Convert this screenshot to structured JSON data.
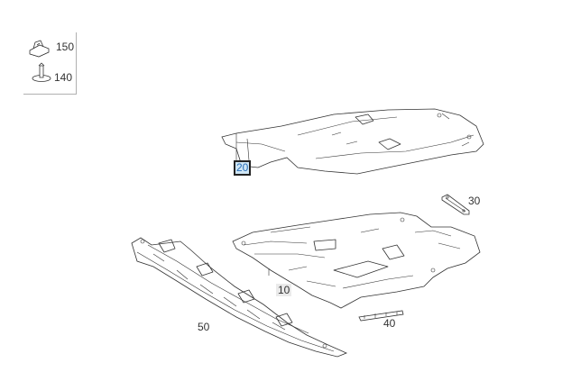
{
  "legend": {
    "items": [
      {
        "number": "150",
        "icon": "clip-nut-icon"
      },
      {
        "number": "140",
        "icon": "push-rivet-icon"
      }
    ]
  },
  "parts": [
    {
      "number": "20",
      "style": "selected"
    },
    {
      "number": "30",
      "style": "normal"
    },
    {
      "number": "10",
      "style": "highlight"
    },
    {
      "number": "40",
      "style": "normal"
    },
    {
      "number": "50",
      "style": "normal"
    }
  ],
  "colors": {
    "line": "#333333",
    "selected_fill": "#cfe6f5",
    "selected_text": "#2a6fb8",
    "highlight_fill": "#eaeaea"
  }
}
